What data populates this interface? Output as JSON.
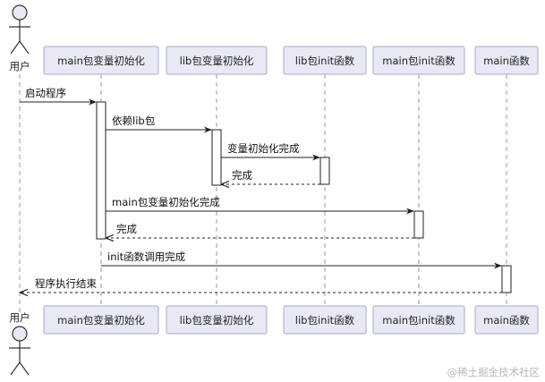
{
  "actor": {
    "label": "用户"
  },
  "participants": [
    {
      "id": "main_var",
      "label": "main包变量初始化"
    },
    {
      "id": "lib_var",
      "label": "lib包变量初始化"
    },
    {
      "id": "lib_init",
      "label": "lib包init函数"
    },
    {
      "id": "main_init",
      "label": "main包init函数"
    },
    {
      "id": "main_fn",
      "label": "main函数"
    }
  ],
  "messages": [
    {
      "label": "启动程序",
      "kind": "call"
    },
    {
      "label": "依赖lib包",
      "kind": "call"
    },
    {
      "label": "变量初始化完成",
      "kind": "call"
    },
    {
      "label": "完成",
      "kind": "return"
    },
    {
      "label": "main包变量初始化完成",
      "kind": "call"
    },
    {
      "label": "完成",
      "kind": "return"
    },
    {
      "label": "init函数调用完成",
      "kind": "call"
    },
    {
      "label": "程序执行结束",
      "kind": "return"
    }
  ],
  "watermark": "@稀土掘金技术社区"
}
